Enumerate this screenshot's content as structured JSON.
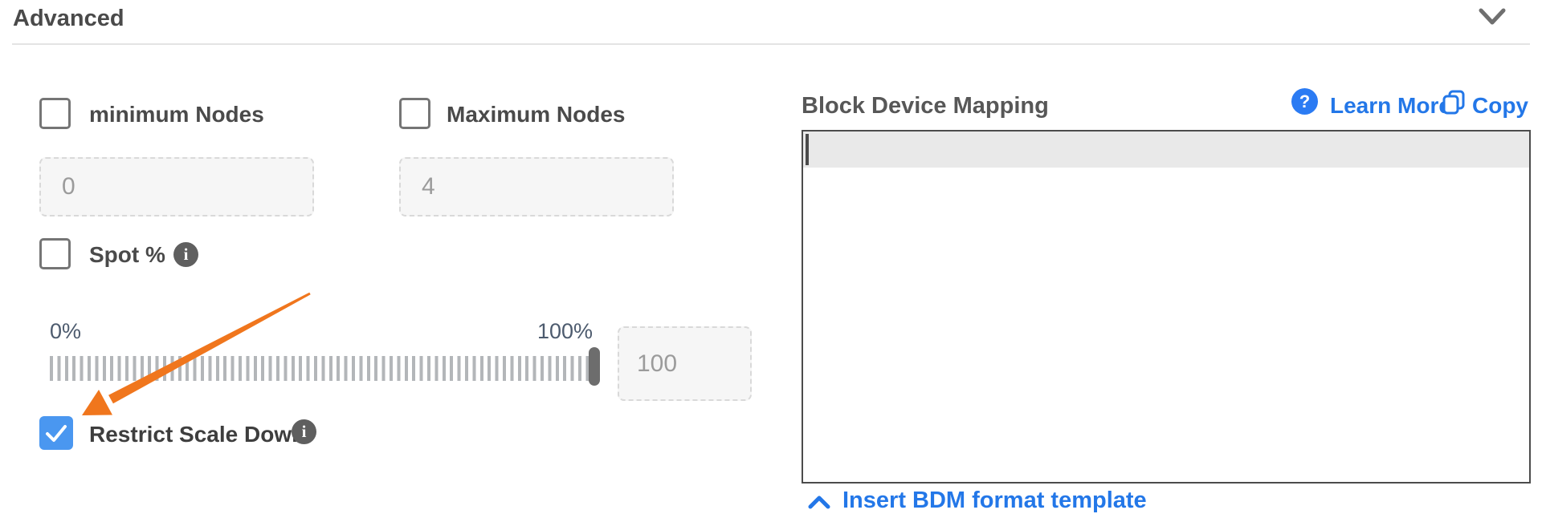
{
  "header": {
    "title": "Advanced"
  },
  "left_panel": {
    "min_nodes": {
      "label": "minimum Nodes",
      "checked": false,
      "value": "0"
    },
    "max_nodes": {
      "label": "Maximum Nodes",
      "checked": false,
      "value": "4"
    },
    "spot": {
      "label": "Spot %",
      "checked": false
    },
    "slider": {
      "min_label": "0%",
      "max_label": "100%",
      "value": "100",
      "position_percent": 100
    },
    "restrict_scale_down": {
      "label": "Restrict Scale Down",
      "checked": true
    }
  },
  "right_panel": {
    "title": "Block Device Mapping",
    "learn_more_label": "Learn More",
    "copy_label": "Copy",
    "editor": {
      "value": "",
      "first_line_highlighted": true
    },
    "insert_link_label": "Insert BDM format template"
  },
  "icons": {
    "info": "i",
    "question": "?"
  },
  "colors": {
    "link_blue": "#2377e8",
    "question_badge_blue": "#2b7bf3",
    "checkbox_checked_blue": "#4a97f0",
    "arrow_orange": "#f0761d",
    "label_gray": "#4a4a4a",
    "slider_label_slate": "#4d5b6e",
    "tick_gray": "#b3b6b9",
    "editor_border": "#4c4c4c",
    "editor_highlight": "#e9e9e9"
  }
}
